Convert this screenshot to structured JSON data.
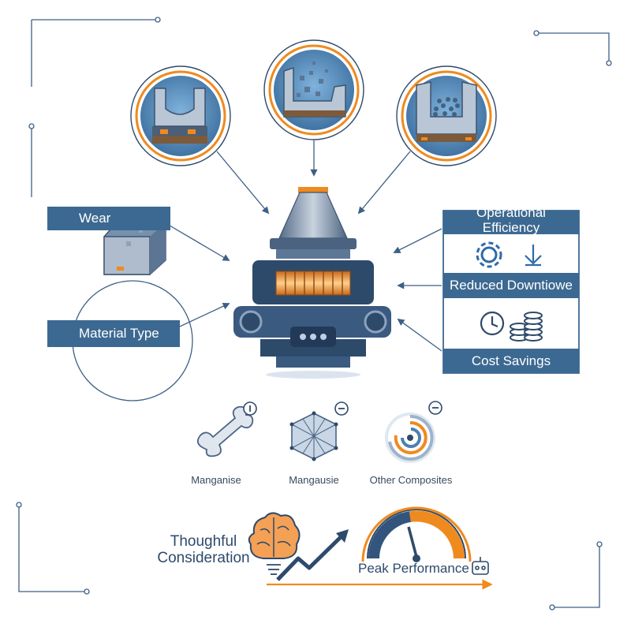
{
  "labels": {
    "wear": "Wear",
    "material_type": "Material Type",
    "operational_efficiency": "Operational\nEfficiency",
    "reduced_downtime": "Reduced Downtiowe",
    "cost_savings": "Cost Savings",
    "thoughtful_consideration": "Thoughful\nConsideration",
    "peak_performance": "Peak Performance"
  },
  "materials": [
    {
      "label": "Manganise",
      "icon": "bone-icon",
      "badge": "info"
    },
    {
      "label": "Mangausie",
      "icon": "crystal-icon",
      "badge": "minus"
    },
    {
      "label": "Other Composites",
      "icon": "swirl-icon",
      "badge": "minus"
    }
  ],
  "icons": [
    "worn-liner-icon",
    "crushed-rock-icon",
    "granular-liner-icon",
    "gear-icon",
    "download-arrow-icon",
    "clock-icon",
    "coins-icon",
    "brain-icon",
    "trend-arrow-icon",
    "gauge-icon",
    "robot-icon"
  ],
  "colors": {
    "navy": "#2e4a6b",
    "steel_blue": "#3c6991",
    "orange": "#ef8a1f",
    "light_blue": "#5d8fc0",
    "background": "#ffffff"
  }
}
